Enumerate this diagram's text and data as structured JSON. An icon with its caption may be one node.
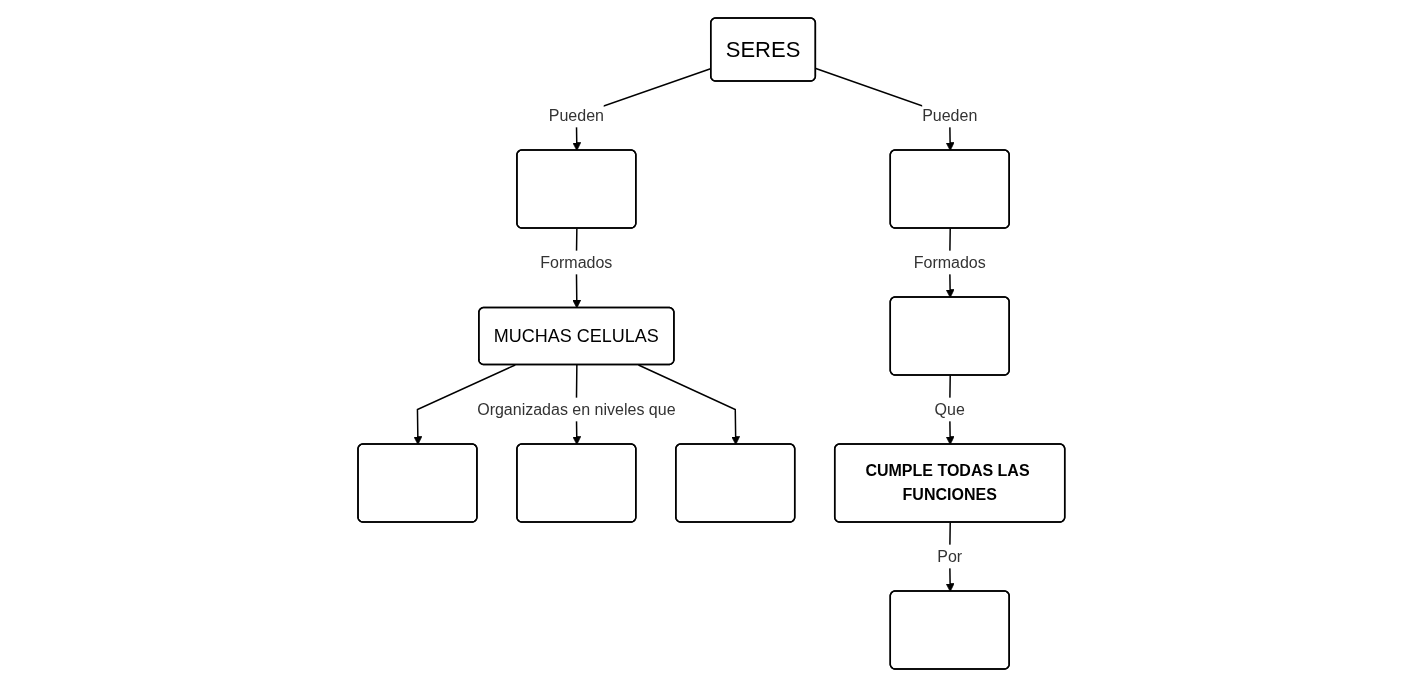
{
  "diagram": {
    "nodes": [
      {
        "text": [
          "SERES"
        ]
      },
      {
        "text": [],
        "shape": "box"
      },
      {
        "text": [
          "MUCHAS CELULAS"
        ]
      },
      {
        "text": [],
        "shape": "box"
      },
      {
        "text": [],
        "shape": "box"
      },
      {
        "text": [],
        "shape": "box"
      },
      {
        "text": [],
        "shape": "box"
      },
      {
        "text": [],
        "shape": "box"
      },
      {
        "text": [
          "CUMPLE TODAS LAS FUNCIONES"
        ]
      },
      {
        "text": [],
        "shape": "box"
      }
    ],
    "edges": [
      {
        "from": 0,
        "to": 1,
        "arrow": "to",
        "label": "Pueden"
      },
      {
        "from": 0,
        "to": 6,
        "arrow": "to",
        "label": "Pueden"
      },
      {
        "from": 1,
        "to": 2,
        "arrow": "to",
        "label": "Formados"
      },
      {
        "from": 2,
        "to": 3,
        "arrow": "to"
      },
      {
        "from": 2,
        "to": 4,
        "arrow": "to",
        "label": "Organizadas en niveles que"
      },
      {
        "from": 2,
        "to": 5,
        "arrow": "to"
      },
      {
        "from": 6,
        "to": 7,
        "arrow": "to",
        "label": "Formados"
      },
      {
        "from": 7,
        "to": 8,
        "arrow": "to",
        "label": "Que"
      },
      {
        "from": 8,
        "to": 9,
        "arrow": "to",
        "label": "Por"
      }
    ]
  }
}
